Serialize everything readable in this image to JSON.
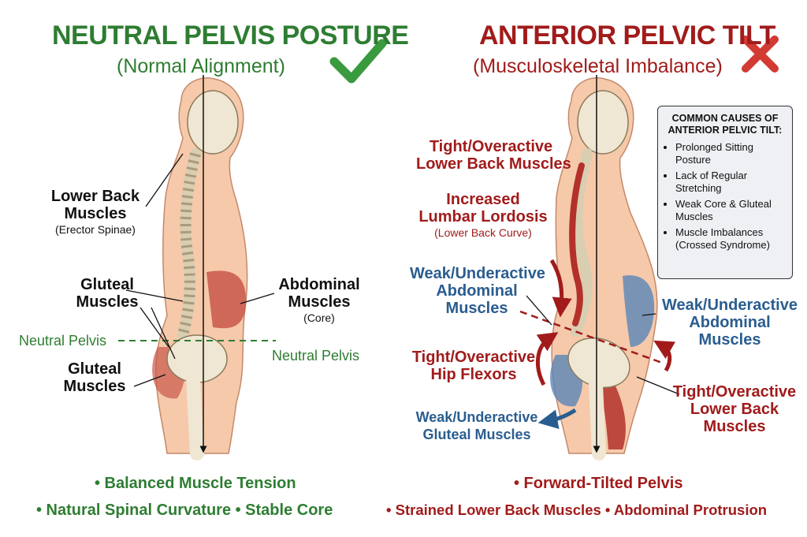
{
  "left": {
    "title": "NEUTRAL PELVIS POSTURE",
    "subtitle": "(Normal Alignment)",
    "check_icon": "check-mark-icon",
    "labels": {
      "lower_back_1": "Lower Back",
      "lower_back_2": "Muscles",
      "lower_back_sub": "(Erector Spinae)",
      "gluteal_top_1": "Gluteal",
      "gluteal_top_2": "Muscles",
      "abdominal_1": "Abdominal",
      "abdominal_2": "Muscles",
      "abdominal_sub": "(Core)",
      "neutral_pelvis_left": "Neutral Pelvis",
      "neutral_pelvis_right": "Neutral Pelvis",
      "gluteal_bottom_1": "Gluteal",
      "gluteal_bottom_2": "Muscles"
    },
    "bullets": [
      "• Balanced Muscle Tension",
      "• Natural Spinal Curvature • Stable Core"
    ]
  },
  "right": {
    "title": "ANTERIOR PELVIC TILT",
    "subtitle": "(Musculoskeletal Imbalance)",
    "x_icon": "x-mark-icon",
    "labels": {
      "tight_lower_back_1": "Tight/Overactive",
      "tight_lower_back_2": "Lower Back Muscles",
      "lordosis_1": "Increased",
      "lordosis_2": "Lumbar Lordosis",
      "lordosis_sub": "(Lower Back Curve)",
      "weak_abd_left_1": "Weak/Underactive",
      "weak_abd_left_2": "Abdominal",
      "weak_abd_left_3": "Muscles",
      "tight_hip_1": "Tight/Overactive",
      "tight_hip_2": "Hip Flexors",
      "weak_glute_1": "Weak/Underactive",
      "weak_glute_2": "Gluteal Muscles",
      "weak_abd_right_1": "Weak/Underactive",
      "weak_abd_right_2": "Abdominal",
      "weak_abd_right_3": "Muscles",
      "tight_lb_right_1": "Tight/Overactive",
      "tight_lb_right_2": "Lower Back",
      "tight_lb_right_3": "Muscles"
    },
    "causes": {
      "heading_1": "COMMON CAUSES OF",
      "heading_2": "ANTERIOR PELVIC TILT:",
      "items": [
        "Prolonged Sitting Posture",
        "Lack of Regular Stretching",
        "Weak Core & Gluteal Muscles",
        "Muscle Imbalances (Crossed Syndrome)"
      ]
    },
    "bullets": [
      "• Forward-Tilted Pelvis",
      "• Strained Lower Back Muscles • Abdominal Protrusion"
    ]
  },
  "colors": {
    "green": "#2e7d32",
    "red": "#a11b1b",
    "blue": "#2a5d8f",
    "skin": "#f6c9ab",
    "muscle": "#c9574a",
    "bone": "#efe7d3"
  }
}
